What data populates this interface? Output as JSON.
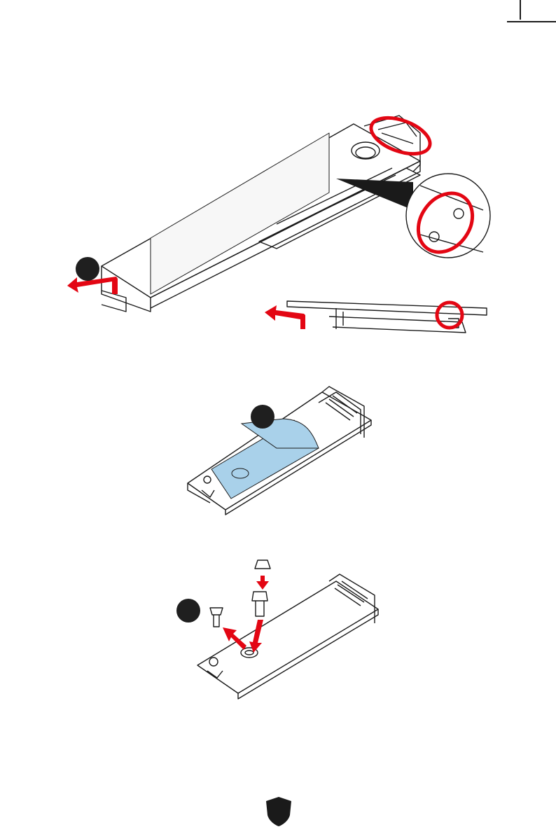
{
  "steps": [
    {
      "id": "remove-heatsink-cover",
      "badge_text": ""
    },
    {
      "id": "remove-thermal-pad-film",
      "badge_text": ""
    },
    {
      "id": "remove-standoff-screw",
      "badge_text": ""
    }
  ],
  "icons": [
    "crop-mark-icon",
    "arrow-left-icon",
    "msi-shield-logo-icon",
    "screw-icon",
    "standoff-icon"
  ],
  "colors": {
    "line": "#1a1a1a",
    "highlight_red": "#e30613",
    "thermal_pad_blue": "#a9d1ea",
    "badge": "#1f1f1f"
  }
}
